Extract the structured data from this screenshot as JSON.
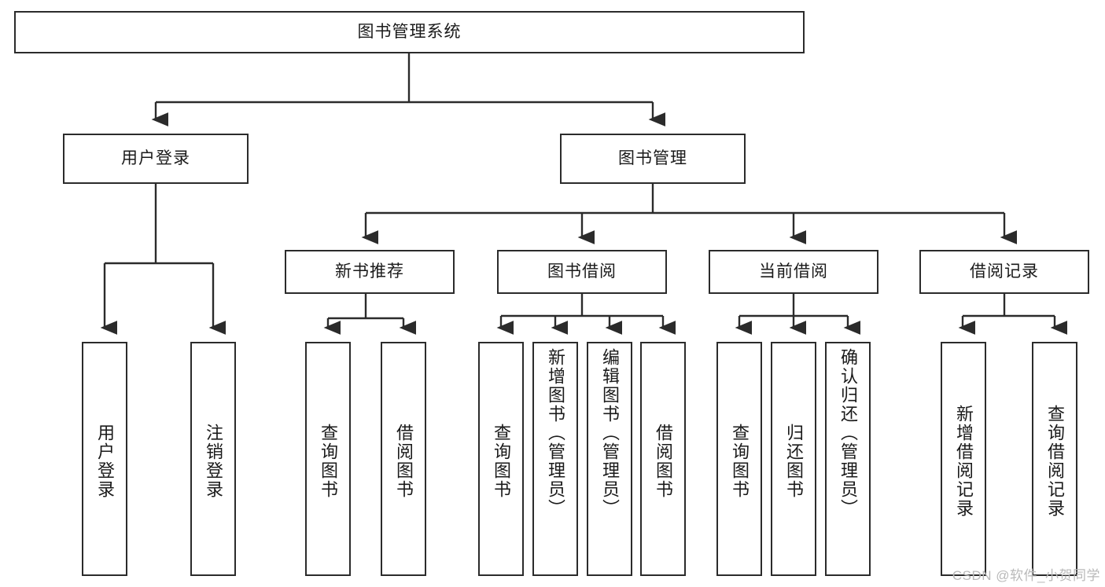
{
  "diagram": {
    "type": "tree-hierarchy",
    "title": "图书管理系统",
    "root": {
      "id": "root",
      "label": "图书管理系统"
    },
    "level1": [
      {
        "id": "user-login",
        "label": "用户登录"
      },
      {
        "id": "book-manage",
        "label": "图书管理"
      }
    ],
    "level2": [
      {
        "id": "new-book-recommend",
        "label": "新书推荐",
        "parent": "book-manage"
      },
      {
        "id": "book-borrow",
        "label": "图书借阅",
        "parent": "book-manage"
      },
      {
        "id": "current-borrow",
        "label": "当前借阅",
        "parent": "book-manage"
      },
      {
        "id": "borrow-record",
        "label": "借阅记录",
        "parent": "book-manage"
      }
    ],
    "leaves": {
      "user_login": [
        {
          "id": "leaf-user-login",
          "label": "用户登录"
        },
        {
          "id": "leaf-logout-login",
          "label": "注销登录"
        }
      ],
      "new_book_recommend": [
        {
          "id": "leaf-query-book-1",
          "label": "查询图书"
        },
        {
          "id": "leaf-borrow-book-1",
          "label": "借阅图书"
        }
      ],
      "book_borrow": [
        {
          "id": "leaf-query-book-2",
          "label": "查询图书"
        },
        {
          "id": "leaf-add-book",
          "label": "新增图书（管理员）"
        },
        {
          "id": "leaf-edit-book",
          "label": "编辑图书（管理员）"
        },
        {
          "id": "leaf-borrow-book-2",
          "label": "借阅图书"
        }
      ],
      "current_borrow": [
        {
          "id": "leaf-query-book-3",
          "label": "查询图书"
        },
        {
          "id": "leaf-return-book",
          "label": "归还图书"
        },
        {
          "id": "leaf-confirm-return",
          "label": "确认归还（管理员）"
        }
      ],
      "borrow_record": [
        {
          "id": "leaf-add-borrow-record",
          "label": "新增借阅记录"
        },
        {
          "id": "leaf-query-borrow-record",
          "label": "查询借阅记录"
        }
      ]
    },
    "colors": {
      "stroke": "#2b2b2b",
      "fill": "#ffffff",
      "text": "#1a1a1a",
      "watermark": "#b9b9b9"
    }
  },
  "watermark": {
    "text": "CSDN @软件_小贺同学"
  }
}
